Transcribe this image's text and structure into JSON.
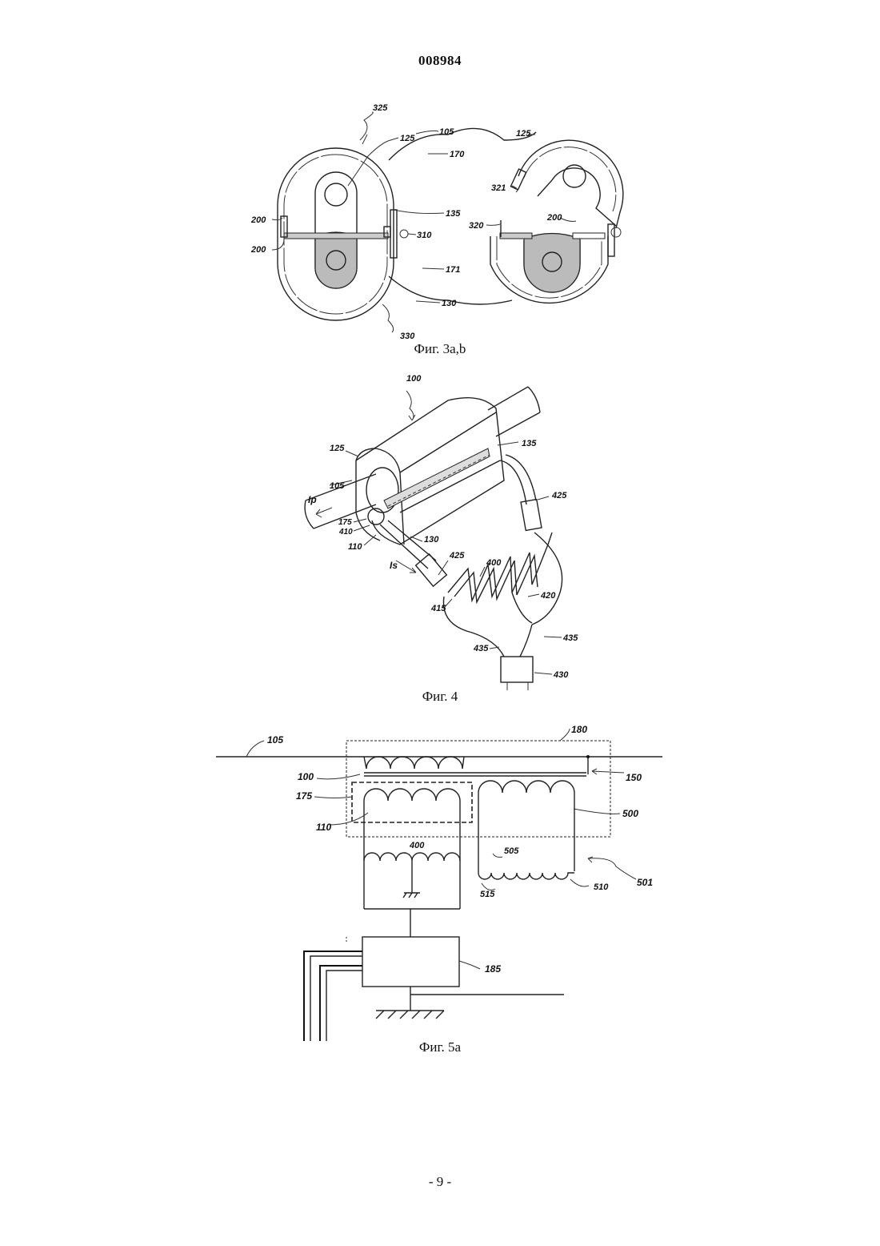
{
  "document": {
    "number": "008984",
    "page": "- 9 -"
  },
  "figures": {
    "fig3": {
      "caption": "Фиг. 3a,b",
      "labels": {
        "l325": "325",
        "l105": "105",
        "l125a": "125",
        "l125b": "125",
        "l170": "170",
        "l321": "321",
        "l200a": "200",
        "l135": "135",
        "l320": "320",
        "l200b": "200",
        "l200c": "200",
        "l310": "310",
        "l171": "171",
        "l130": "130",
        "l330": "330"
      }
    },
    "fig4": {
      "caption": "Фиг. 4",
      "labels": {
        "l100": "100",
        "l125": "125",
        "l135": "135",
        "l105": "105",
        "lIp": "Ip",
        "l175": "175",
        "l410": "410",
        "l130": "130",
        "l110": "110",
        "l425a": "425",
        "l425b": "425",
        "lIs": "Is",
        "l400": "400",
        "l420": "420",
        "l415": "415",
        "l435a": "435",
        "l435b": "435",
        "l430": "430"
      }
    },
    "fig5a": {
      "caption": "Фиг. 5a",
      "labels": {
        "l105": "105",
        "l180": "180",
        "l150": "150",
        "l100": "100",
        "l175": "175",
        "l110": "110",
        "l500": "500",
        "l400": "400",
        "l505": "505",
        "l501": "501",
        "l515": "515",
        "l510": "510",
        "l185": "185"
      }
    }
  }
}
